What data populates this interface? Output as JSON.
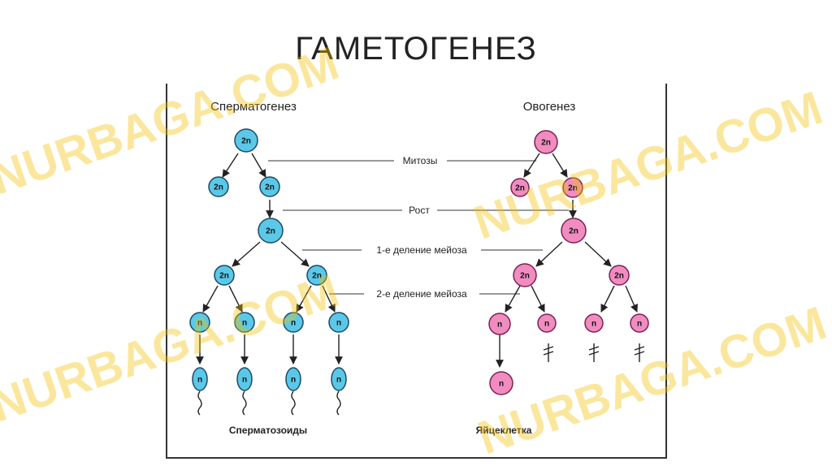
{
  "title": "ГАМЕТОГЕНЕЗ",
  "left_column": {
    "title": "Сперматогенез",
    "result": "Сперматозоиды"
  },
  "right_column": {
    "title": "Овогенез",
    "result": "Яйцеклетка"
  },
  "stages": {
    "mitosis": "Митозы",
    "growth": "Рост",
    "meiosis1": "1-е деление мейоза",
    "meiosis2": "2-е деление мейоза"
  },
  "ploidy": {
    "diploid": "2n",
    "haploid": "n"
  },
  "watermark": "NURBAGA.COM",
  "colors": {
    "sperm_cell": "#5bc8e8",
    "egg_cell": "#f08cc0",
    "cell_stroke": "#1a4a66",
    "egg_stroke": "#7a2050",
    "watermark": "#f4c200"
  }
}
